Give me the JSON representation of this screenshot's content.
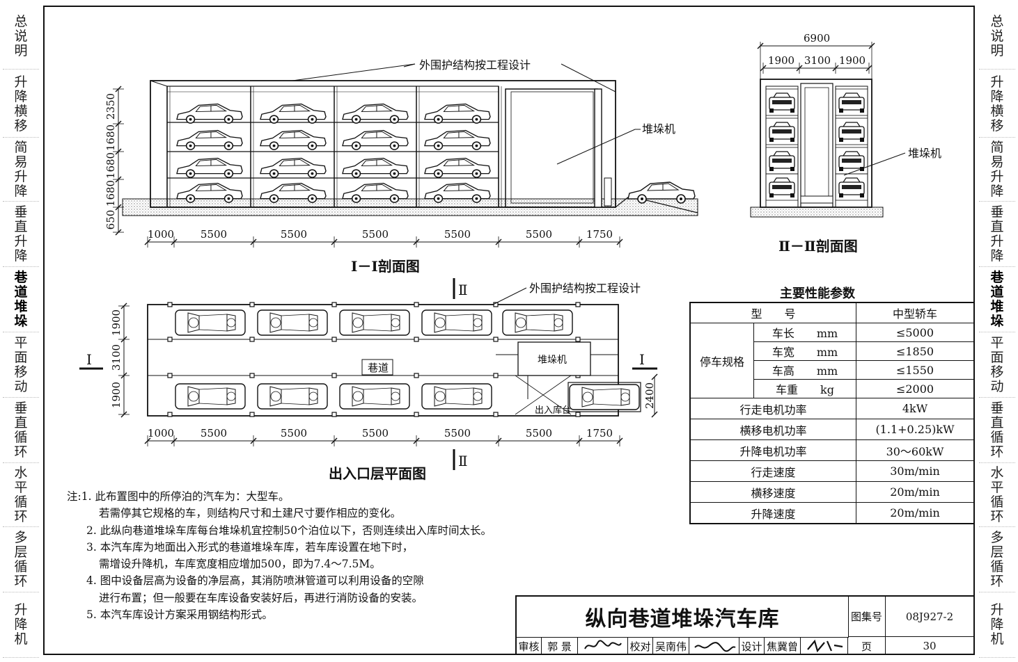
{
  "sidebar": {
    "items": [
      {
        "label": "总说明",
        "active": false
      },
      {
        "label": "升降横移",
        "active": false
      },
      {
        "label": "简易升降",
        "active": false
      },
      {
        "label": "垂直升降",
        "active": false
      },
      {
        "label": "巷道堆垛",
        "active": true
      },
      {
        "label": "平面移动",
        "active": false
      },
      {
        "label": "垂直循环",
        "active": false
      },
      {
        "label": "水平循环",
        "active": false
      },
      {
        "label": "多层循环",
        "active": false
      },
      {
        "label": "升降机",
        "active": false
      }
    ]
  },
  "section1": {
    "title": "Ⅰ－Ⅰ剖面图",
    "callout_top": "外围护结构按工程设计",
    "callout_stacker": "堆垛机",
    "dims_bottom": [
      "1000",
      "5500",
      "5500",
      "5500",
      "5500",
      "5500",
      "1750"
    ],
    "dims_left": [
      "2350",
      "1680",
      "1680",
      "1680",
      "650"
    ]
  },
  "section2": {
    "title": "Ⅱ－Ⅱ剖面图",
    "dim_total": "6900",
    "dims_top": [
      "1900",
      "3100",
      "1900"
    ],
    "callout_stacker": "堆垛机"
  },
  "plan": {
    "title": "出入口层平面图",
    "callout_top": "外围护结构按工程设计",
    "aisle_label": "巷道",
    "stacker_label": "堆垛机",
    "entry_label": "出入库台",
    "section_mark_I": "Ⅰ",
    "section_mark_II": "Ⅱ",
    "dims_bottom": [
      "1000",
      "5500",
      "5500",
      "5500",
      "5500",
      "5500",
      "1750"
    ],
    "dims_left": [
      "1900",
      "3100",
      "1900"
    ],
    "dim_right": "2400"
  },
  "notes": {
    "prefix": "注:",
    "lines": [
      "1. 此布置图中的所停泊的汽车为：大型车。",
      "若需停其它规格的车，则结构尺寸和土建尺寸要作相应的变化。",
      "2. 此纵向巷道堆垛车库每台堆垛机宜控制50个泊位以下，否则连续出入库时间太长。",
      "3. 本汽车库为地面出入形式的巷道堆垛车库，若车库设置在地下时，",
      "需增设升降机，车库宽度相应增加500，即为7.4～7.5M。",
      "4. 图中设备层高为设备的净层高，其消防喷淋管道可以利用设备的空隙",
      "进行布置；但一般要在车库设备安装好后，再进行消防设备的安装。",
      "5. 本汽车库设计方案采用钢结构形式。"
    ]
  },
  "params": {
    "title": "主要性能参数",
    "header": [
      "型　　号",
      "中型轿车"
    ],
    "group_label": "停车规格",
    "spec_rows": [
      {
        "name": "车长",
        "unit": "mm",
        "value": "≤5000"
      },
      {
        "name": "车宽",
        "unit": "mm",
        "value": "≤1850"
      },
      {
        "name": "车高",
        "unit": "mm",
        "value": "≤1550"
      },
      {
        "name": "车重",
        "unit": "kg",
        "value": "≤2000"
      }
    ],
    "rows": [
      {
        "name": "行走电机功率",
        "value": "4kW"
      },
      {
        "name": "横移电机功率",
        "value": "(1.1+0.25)kW"
      },
      {
        "name": "升降电机功率",
        "value": "30～60kW"
      },
      {
        "name": "行走速度",
        "value": "30m/min"
      },
      {
        "name": "横移速度",
        "value": "20m/min"
      },
      {
        "name": "升降速度",
        "value": "20m/min"
      }
    ]
  },
  "titleblock": {
    "title": "纵向巷道堆垛汽车库",
    "atlas_label": "图集号",
    "atlas_no": "08J927-2",
    "review_label": "审核",
    "reviewer": "郭 景",
    "check_label": "校对",
    "checker": "吴南伟",
    "design_label": "设计",
    "designer": "焦冀曾",
    "page_label": "页",
    "page_no": "30"
  }
}
